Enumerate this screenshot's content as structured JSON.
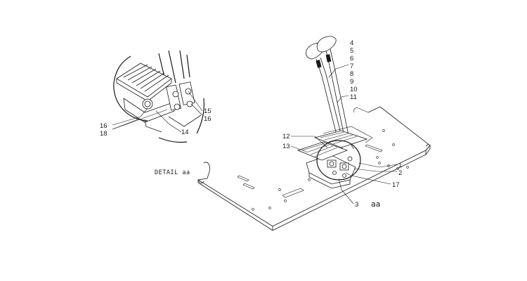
{
  "drawing": {
    "detail_label": "DETAIL aa",
    "view_marker": "aa",
    "callouts": {
      "c1": "1",
      "c2": "2",
      "c3": "3",
      "c4": "4",
      "c5": "5",
      "c6": "6",
      "c7": "7",
      "c8": "8",
      "c9": "9",
      "c10": "10",
      "c11": "11",
      "c12": "12",
      "c13": "13",
      "c14": "14",
      "c15": "15",
      "c16a": "16",
      "c16b": "16",
      "c17": "17",
      "c18": "18"
    }
  }
}
